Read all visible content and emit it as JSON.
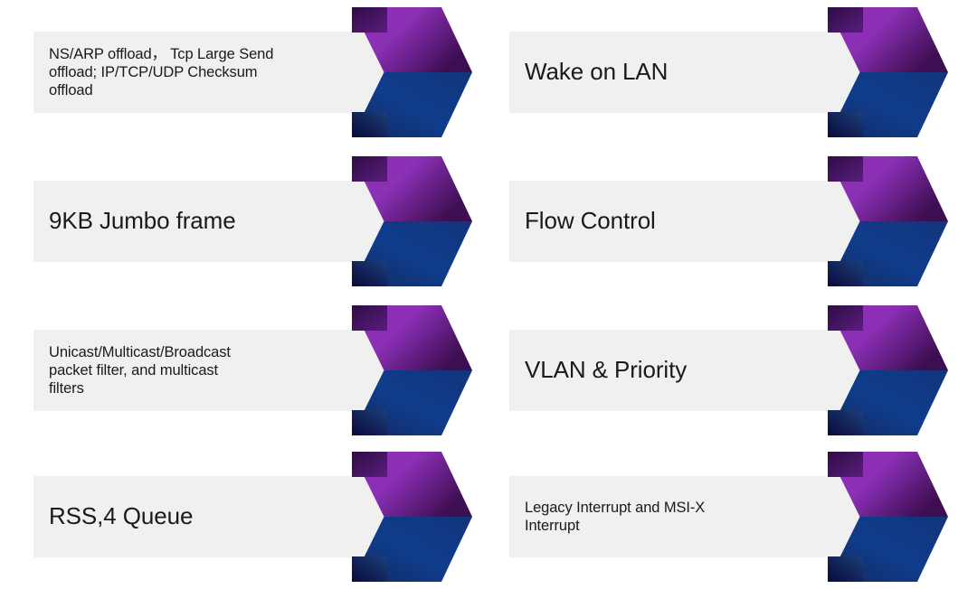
{
  "slide": {
    "background_color": "#ffffff",
    "bar_color": "#f0f0f0",
    "text_color": "#1a1a1a",
    "accent_purple": "#8b2fb5",
    "accent_purple_dark": "#3d0f52",
    "accent_blue": "#0f3d8c",
    "accent_blue_dark": "#0d0d44"
  },
  "items": [
    {
      "id": "offload",
      "label": "NS/ARP offload， Tcp Large Send\noffload; IP/TCP/UDP Checksum\noffload",
      "size": "sm",
      "column": "left",
      "row": 1
    },
    {
      "id": "wake-on-lan",
      "label": "Wake on LAN",
      "size": "lg",
      "column": "right",
      "row": 1
    },
    {
      "id": "jumbo-frame",
      "label": "9KB Jumbo frame",
      "size": "lg",
      "column": "left",
      "row": 2
    },
    {
      "id": "flow-control",
      "label": "Flow Control",
      "size": "lg",
      "column": "right",
      "row": 2
    },
    {
      "id": "packet-filter",
      "label": "Unicast/Multicast/Broadcast\npacket filter, and multicast\nfilters",
      "size": "sm",
      "column": "left",
      "row": 3
    },
    {
      "id": "vlan-priority",
      "label": "VLAN & Priority",
      "size": "lg",
      "column": "right",
      "row": 3
    },
    {
      "id": "rss-queue",
      "label": "RSS,4 Queue",
      "size": "lg",
      "column": "left",
      "row": 4
    },
    {
      "id": "interrupts",
      "label": "Legacy Interrupt and MSI-X\nInterrupt",
      "size": "sm",
      "column": "right",
      "row": 4
    }
  ]
}
